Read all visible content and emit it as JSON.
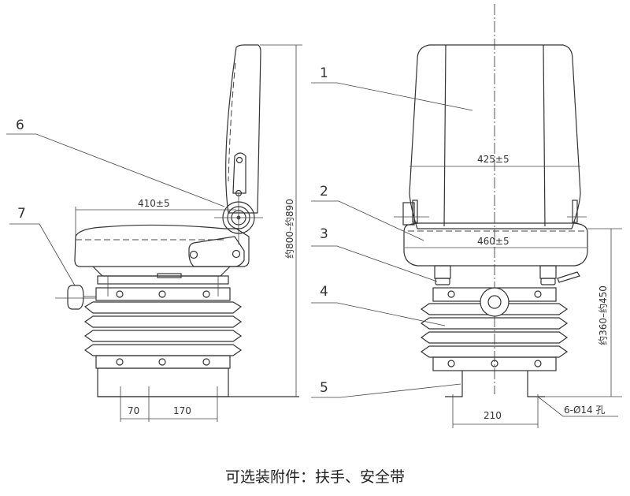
{
  "drawing": {
    "side_view": {
      "callouts": [
        {
          "id": "6",
          "label": "6"
        },
        {
          "id": "7",
          "label": "7"
        }
      ],
      "dimensions": {
        "seat_depth": "410±5",
        "height_range": "约800–约890",
        "base_offset": "70",
        "base_spacing": "170"
      }
    },
    "front_view": {
      "callouts": [
        {
          "id": "1",
          "label": "1"
        },
        {
          "id": "2",
          "label": "2"
        },
        {
          "id": "3",
          "label": "3"
        },
        {
          "id": "4",
          "label": "4"
        },
        {
          "id": "5",
          "label": "5"
        }
      ],
      "dimensions": {
        "backrest_width": "425±5",
        "seat_width": "460±5",
        "suspension_height": "约360–约450",
        "base_width": "210",
        "mount_holes": "6-Ø14 孔"
      }
    }
  },
  "caption": "可选装附件：扶手、安全带"
}
